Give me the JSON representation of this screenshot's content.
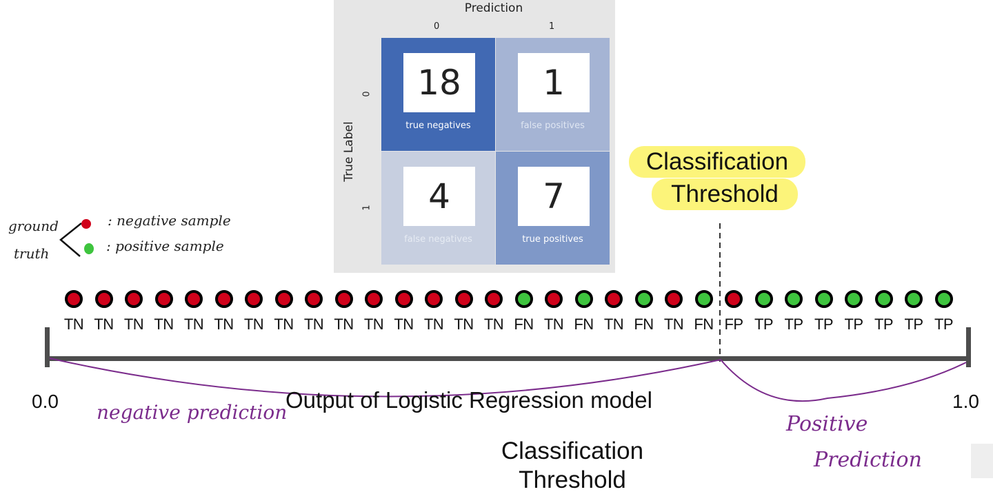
{
  "confusion_matrix": {
    "x_title": "Prediction",
    "y_title": "True Label",
    "col_ticks": [
      "0",
      "1"
    ],
    "row_ticks": [
      "0",
      "1"
    ],
    "cells": [
      {
        "value": "18",
        "caption": "true negatives",
        "fill": "#4169b3",
        "caption_color": "#ffffff"
      },
      {
        "value": "1",
        "caption": "false positives",
        "fill": "#a5b4d4",
        "caption_color": "#dfe6f2"
      },
      {
        "value": "4",
        "caption": "false negatives",
        "fill": "#c7cfe0",
        "caption_color": "#e6ebf3"
      },
      {
        "value": "7",
        "caption": "true positives",
        "fill": "#7f98c8",
        "caption_color": "#ffffff"
      }
    ]
  },
  "threshold_label": {
    "line1": "Classification",
    "line2": "Threshold"
  },
  "legend": {
    "group_label_line1": "ground",
    "group_label_line2": "truth",
    "negative_label": ": negative sample",
    "positive_label": ": positive sample",
    "negative_color": "#d0021b",
    "positive_color": "#3ec43e"
  },
  "samples": [
    {
      "outcome": "TN",
      "color": "red"
    },
    {
      "outcome": "TN",
      "color": "red"
    },
    {
      "outcome": "TN",
      "color": "red"
    },
    {
      "outcome": "TN",
      "color": "red"
    },
    {
      "outcome": "TN",
      "color": "red"
    },
    {
      "outcome": "TN",
      "color": "red"
    },
    {
      "outcome": "TN",
      "color": "red"
    },
    {
      "outcome": "TN",
      "color": "red"
    },
    {
      "outcome": "TN",
      "color": "red"
    },
    {
      "outcome": "TN",
      "color": "red"
    },
    {
      "outcome": "TN",
      "color": "red"
    },
    {
      "outcome": "TN",
      "color": "red"
    },
    {
      "outcome": "TN",
      "color": "red"
    },
    {
      "outcome": "TN",
      "color": "red"
    },
    {
      "outcome": "TN",
      "color": "red"
    },
    {
      "outcome": "FN",
      "color": "green"
    },
    {
      "outcome": "TN",
      "color": "red"
    },
    {
      "outcome": "FN",
      "color": "green"
    },
    {
      "outcome": "TN",
      "color": "red"
    },
    {
      "outcome": "FN",
      "color": "green"
    },
    {
      "outcome": "TN",
      "color": "red"
    },
    {
      "outcome": "FN",
      "color": "green"
    },
    {
      "outcome": "FP",
      "color": "red"
    },
    {
      "outcome": "TP",
      "color": "green"
    },
    {
      "outcome": "TP",
      "color": "green"
    },
    {
      "outcome": "TP",
      "color": "green"
    },
    {
      "outcome": "TP",
      "color": "green"
    },
    {
      "outcome": "TP",
      "color": "green"
    },
    {
      "outcome": "TP",
      "color": "green"
    },
    {
      "outcome": "TP",
      "color": "green"
    }
  ],
  "axis": {
    "min_label": "0.0",
    "max_label": "1.0",
    "title": "Output of Logistic Regression model"
  },
  "annotations": {
    "negative_prediction": "negative prediction",
    "positive_prediction_line1": "Positive",
    "positive_prediction_line2": "Prediction"
  },
  "bottom_label": {
    "line1": "Classification",
    "line2": "Threshold"
  },
  "colors": {
    "annotation_purple": "#7b2c8c",
    "highlight": "#fcf47a",
    "axis_gray": "#4d4d4d"
  }
}
